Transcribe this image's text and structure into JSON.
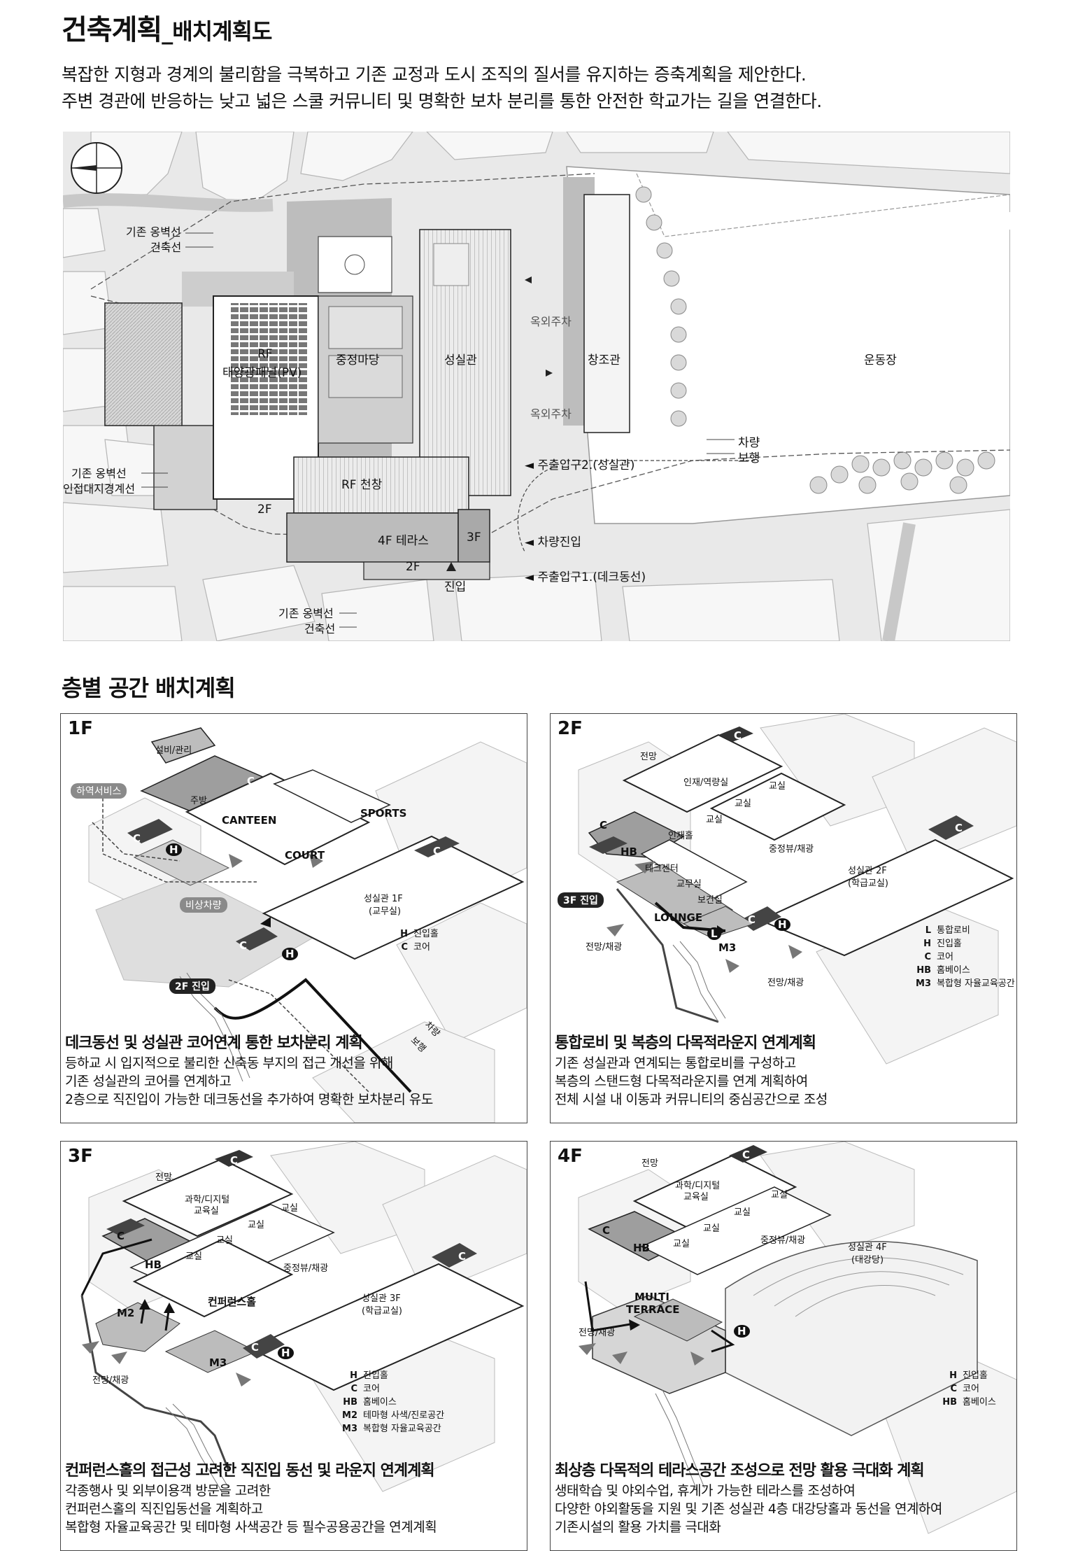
{
  "header": {
    "title": "건축계획",
    "subtitle": "_배치계획도",
    "intro_line1": "복잡한 지형과 경계의 불리함을 극복하고 기존 교정과 도시 조직의 질서를 유지하는 증축계획을 제안한다.",
    "intro_line2": "주변 경관에 반응하는 낮고 넓은 스쿨 커뮤니티 및 명확한 보차 분리를 통한 안전한 학교가는 길을 연결한다."
  },
  "site_plan": {
    "labels": {
      "wall_line_top_1": "기존 옹벽선",
      "wall_line_top_2": "건축선",
      "wall_line_left_1": "기존 옹벽선",
      "wall_line_left_2": "인접대지경계선",
      "wall_line_bottom_1": "기존 옹벽선",
      "wall_line_bottom_2": "건축선",
      "rf_1": "RF",
      "rf_2": "태양광패널(PV)",
      "courtyard": "중정마당",
      "seongsil": "성실관",
      "changjo": "창조관",
      "playground": "운동장",
      "parking_1": "옥외주차",
      "parking_2": "옥외주차",
      "rf_canopy": "RF 천창",
      "floor_2f_a": "2F",
      "terrace_4f": "4F 테라스",
      "floor_3f": "3F",
      "floor_2f_b": "2F",
      "entry": "진입",
      "main_entrance_2": "◄ 주출입구2.(성실관)",
      "vehicle_entry": "◄ 차량진입",
      "main_entrance_1": "◄ 주출입구1.(데크동선)",
      "legend_car": "차량",
      "legend_walk": "보행"
    }
  },
  "section2": {
    "title": "층별 공간 배치계획"
  },
  "panels": [
    {
      "floor": "1F",
      "tags": {
        "facility": "설비/관리",
        "kitchen": "주방",
        "canteen": "CANTEEN",
        "sports": "SPORTS",
        "court": "COURT",
        "building": "성실관 1F",
        "building_sub": "(교무실)",
        "core_c1": "C",
        "core_c2": "C",
        "core_c3": "C",
        "core_c4": "C",
        "hall_h1": "H",
        "hall_h2": "H",
        "car": "차량",
        "walk": "보행"
      },
      "pills": {
        "loading": "하역서비스",
        "emergency": "비상차량",
        "entry": "2F 진입"
      },
      "legend": [
        {
          "key": "H",
          "value": "진입홀"
        },
        {
          "key": "C",
          "value": "코어"
        }
      ],
      "title": "데크동선 및 성실관 코어연계 통한 보차분리 계획",
      "desc": [
        "등하교 시 입지적으로 불리한 신축동 부지의 접근 개선을 위해",
        "기존 성실관의 코어를 연계하고",
        "2층으로 직진입이 가능한 데크동선을 추가하여 명확한 보차분리 유도"
      ]
    },
    {
      "floor": "2F",
      "tags": {
        "view1": "전망",
        "talent": "인재/역량실",
        "classroom1": "교실",
        "classroom2": "교실",
        "classroom3": "교실",
        "talent_hall": "인재홀",
        "hb": "HB",
        "tech": "테크센터",
        "courtyard_view": "중정뷰/채광",
        "staff": "교무실",
        "health": "보건실",
        "lounge": "LOUNGE",
        "m3": "M3",
        "view2": "전망/채광",
        "view3": "전망/채광",
        "building": "성실관 2F",
        "building_sub": "(학급교실)",
        "core_c1": "C",
        "core_c2": "C",
        "core_c3": "C",
        "core_c4": "C",
        "hall_h": "H",
        "lobby_l": "L"
      },
      "pills": {
        "entry": "3F 진입"
      },
      "legend": [
        {
          "key": "L",
          "value": "통합로비"
        },
        {
          "key": "H",
          "value": "진입홀"
        },
        {
          "key": "C",
          "value": "코어"
        },
        {
          "key": "HB",
          "value": "홈베이스"
        },
        {
          "key": "M3",
          "value": "복합형 자율교육공간"
        }
      ],
      "title": "통합로비 및 복층의 다목적라운지 연계계획",
      "desc": [
        "기존 성실관과 연계되는 통합로비를 구성하고",
        "복층의 스탠드형 다목적라운지를 연계 계획하여",
        "전체 시설 내 이동과 커뮤니티의 중심공간으로 조성"
      ]
    },
    {
      "floor": "3F",
      "tags": {
        "view1": "전망",
        "science": "과학/디지털",
        "science_2": "교육실",
        "classroom1": "교실",
        "classroom2": "교실",
        "classroom3": "교실",
        "classroom4": "교실",
        "hb": "HB",
        "courtyard_view": "중정뷰/채광",
        "m2": "M2",
        "conference": "컨퍼런스홀",
        "m3": "M3",
        "view2": "전망/채광",
        "building": "성실관 3F",
        "building_sub": "(학급교실)",
        "core_c1": "C",
        "core_c2": "C",
        "core_c3": "C",
        "core_c4": "C",
        "hall_h": "H"
      },
      "legend": [
        {
          "key": "H",
          "value": "진입홀"
        },
        {
          "key": "C",
          "value": "코어"
        },
        {
          "key": "HB",
          "value": "홈베이스"
        },
        {
          "key": "M2",
          "value": "테마형 사색/진로공간"
        },
        {
          "key": "M3",
          "value": "복합형 자율교육공간"
        }
      ],
      "title": "컨퍼런스홀의 접근성 고려한 직진입 동선 및 라운지 연계계획",
      "desc": [
        "각종행사 및 외부이용객 방문을 고려한",
        "컨퍼런스홀의 직진입동선을 계획하고",
        "복합형 자율교육공간 및 테마형 사색공간 등 필수공용공간을 연계계획"
      ]
    },
    {
      "floor": "4F",
      "tags": {
        "view1": "전망",
        "science": "과학/디지털",
        "science_2": "교육실",
        "classroom1": "교실",
        "classroom2": "교실",
        "classroom3": "교실",
        "classroom4": "교실",
        "hb": "HB",
        "courtyard_view": "중정뷰/채광",
        "multi1": "MULTI",
        "multi2": "TERRACE",
        "view2": "전망/채광",
        "building": "성실관 4F",
        "building_sub": "(대강당)",
        "core_c1": "C",
        "core_c2": "C",
        "hall_h": "H"
      },
      "legend": [
        {
          "key": "H",
          "value": "진입홀"
        },
        {
          "key": "C",
          "value": "코어"
        },
        {
          "key": "HB",
          "value": "홈베이스"
        }
      ],
      "title": "최상층 다목적의 테라스공간 조성으로 전망 활용 극대화 계획",
      "desc": [
        "생태학습 및 야외수업, 휴게가 가능한 테라스를 조성하여",
        "다양한 야외활동을 지원 및 기존 성실관 4층 대강당홀과 동선을 연계하여",
        "기존시설의 활용 가치를 극대화"
      ]
    }
  ]
}
